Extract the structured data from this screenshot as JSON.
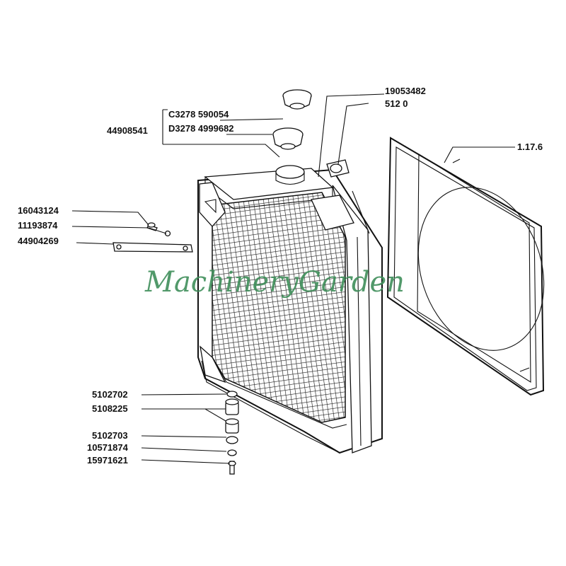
{
  "labels": {
    "cap_group": "44908541",
    "cap_c": "C3278   590054",
    "cap_d": "D3278   4999682",
    "clip_a": "19053482",
    "clip_b": "512       0",
    "shroud": "1.17.6",
    "screw_top": "16043124",
    "washer_top": "11193874",
    "bracket": "44904269",
    "mount_1": "5102702",
    "mount_2": "5108225",
    "mount_3": "5102703",
    "mount_4": "10571874",
    "mount_5": "15971621"
  },
  "watermark": "MachineryGarden",
  "colors": {
    "watermark": "#3f8f5a"
  }
}
